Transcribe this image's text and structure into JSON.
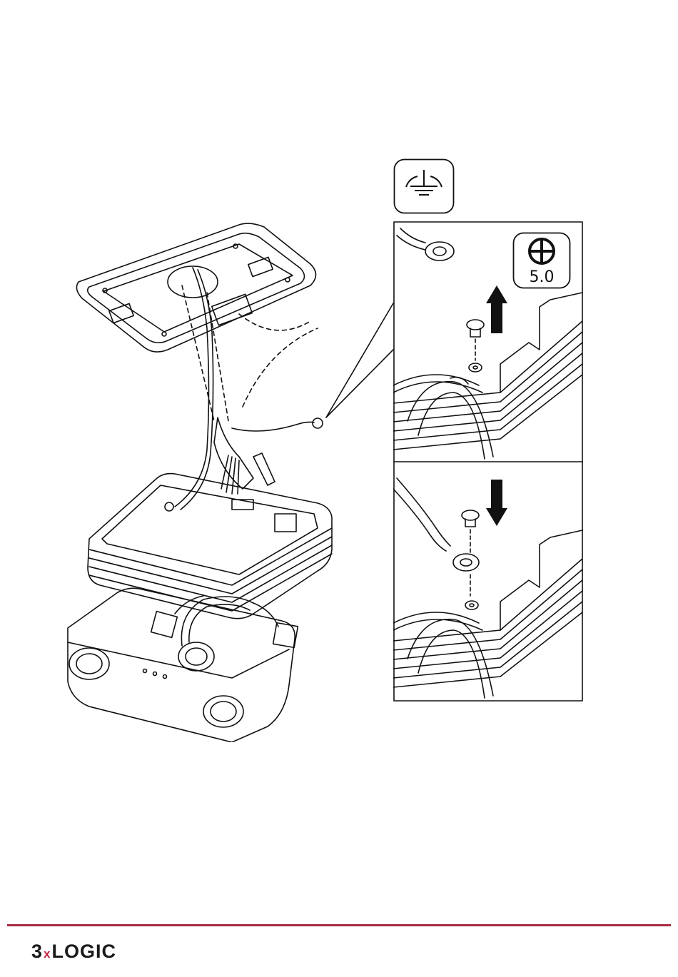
{
  "colors": {
    "brand_dark": "#1a1a1a",
    "brand_accent": "#c4203a",
    "footer_rule": "#a8293f",
    "line_art": "#111111"
  },
  "icons": {
    "ground_symbol": "ground-symbol-icon",
    "phillips_screwdriver": "phillips-screwdriver-icon",
    "arrow_up": "arrow-up-icon",
    "arrow_down": "arrow-down-icon"
  },
  "torque": {
    "value": "5.0"
  },
  "footer": {
    "brand_prefix": "3",
    "brand_x": "x",
    "brand_suffix": "LOGIC"
  }
}
